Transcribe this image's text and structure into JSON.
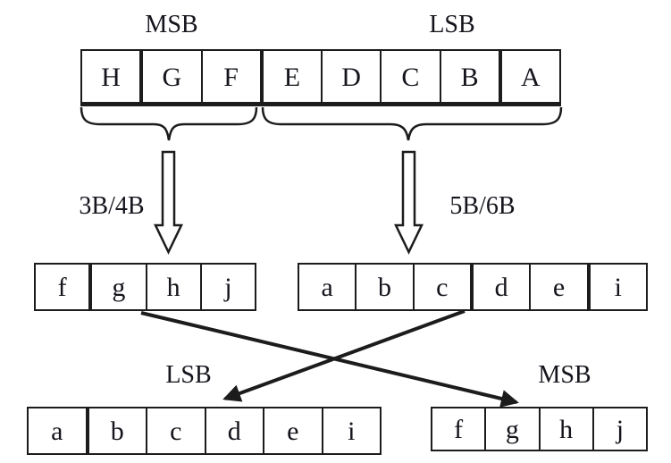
{
  "top": {
    "msb_label": "MSB",
    "lsb_label": "LSB",
    "register_cells": [
      "H",
      "G",
      "F",
      "E",
      "D",
      "C",
      "B",
      "A"
    ]
  },
  "encoders": {
    "left": "3B/4B",
    "right": "5B/6B"
  },
  "middle": {
    "left_cells": [
      "f",
      "g",
      "h",
      "j"
    ],
    "right_cells": [
      "a",
      "b",
      "c",
      "d",
      "e",
      "i"
    ]
  },
  "bottom": {
    "lsb_label": "LSB",
    "msb_label": "MSB",
    "left_cells": [
      "a",
      "b",
      "c",
      "d",
      "e",
      "i"
    ],
    "right_cells": [
      "f",
      "g",
      "h",
      "j"
    ]
  },
  "colors": {
    "line": "#1c1c1c",
    "background": "#ffffff"
  }
}
